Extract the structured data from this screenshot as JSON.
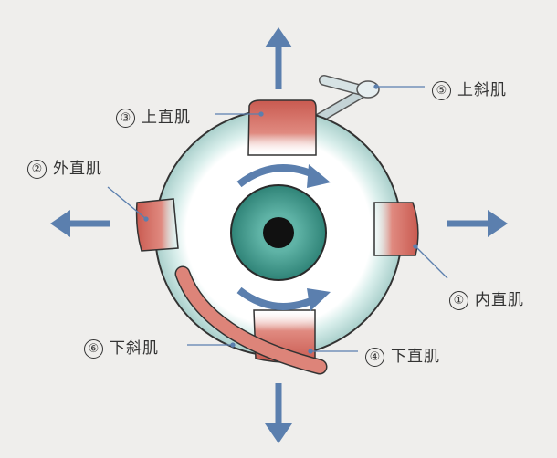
{
  "colors": {
    "background": "#efeeec",
    "arrow": "#5b7fae",
    "muscle": "#d0685d",
    "sclera": "#bfe0dc",
    "iris": "#3f9a8e",
    "pupil": "#111111",
    "leader": "#5b7fae"
  },
  "labels": [
    {
      "num": "①",
      "text": "内直肌"
    },
    {
      "num": "②",
      "text": "外直肌"
    },
    {
      "num": "③",
      "text": "上直肌"
    },
    {
      "num": "④",
      "text": "下直肌"
    },
    {
      "num": "⑤",
      "text": "上斜肌"
    },
    {
      "num": "⑥",
      "text": "下斜肌"
    }
  ]
}
